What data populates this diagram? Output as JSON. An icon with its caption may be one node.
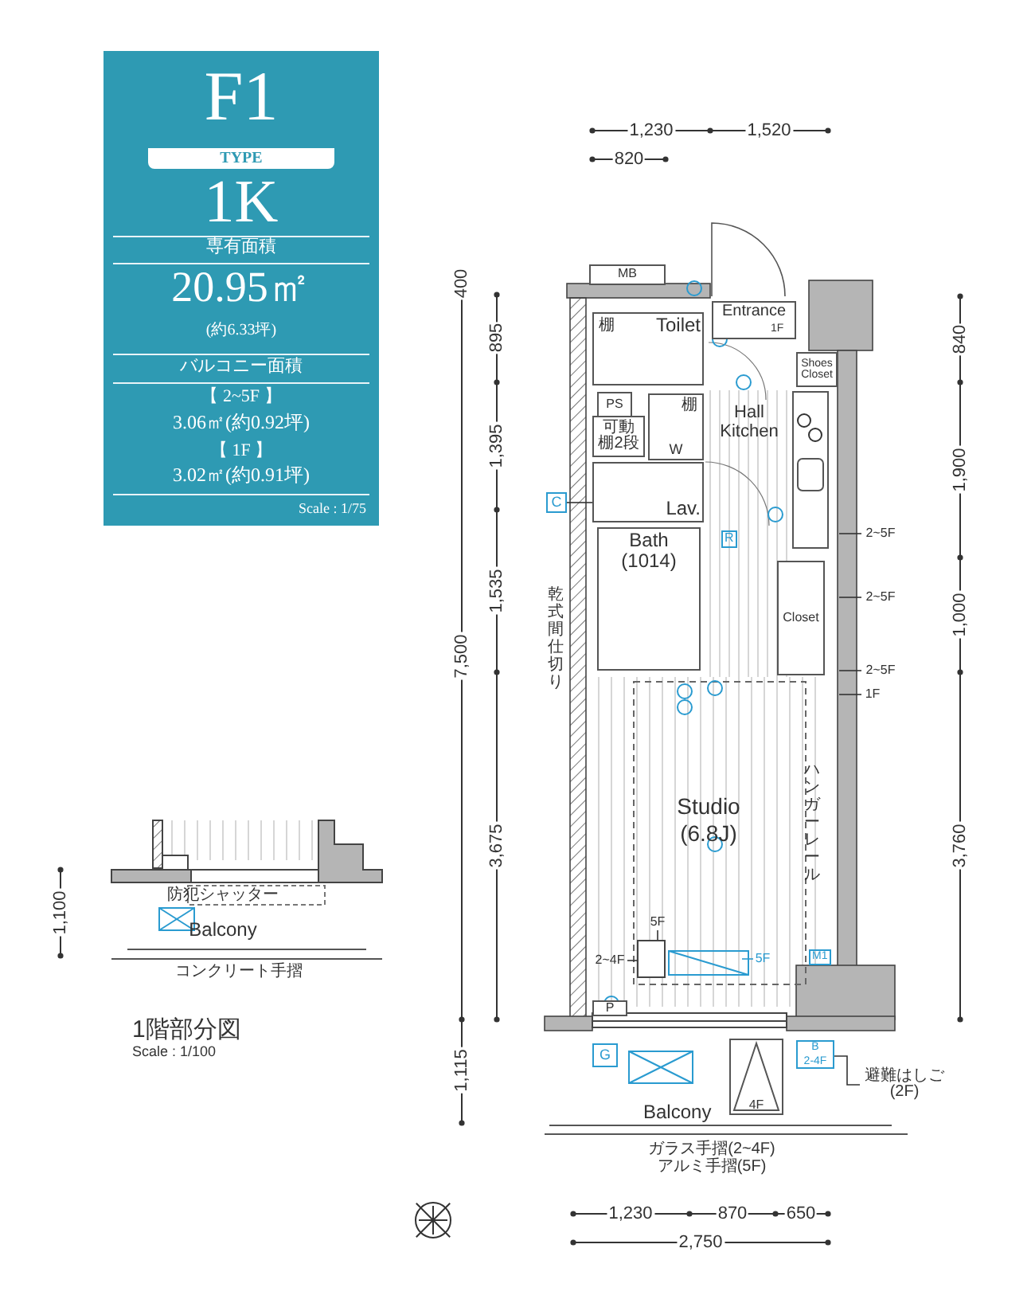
{
  "diagram": {
    "nodes": [
      {
        "text": [
          "F1",
          "TYPE",
          "1K",
          "専有面積",
          "20.95㎡",
          "(約6.33坪)",
          "バルコニー面積",
          "【 2~5F 】",
          "3.06㎡(約0.92坪)",
          "【 1F 】",
          "3.02㎡(約0.91坪)",
          "Scale : 1/75"
        ]
      },
      {
        "text": [
          "MB"
        ]
      },
      {
        "text": [
          "Entrance"
        ]
      },
      {
        "text": [
          "Toilet"
        ]
      },
      {
        "text": [
          "Shoes Closet"
        ]
      },
      {
        "text": [
          "Hall Kitchen"
        ]
      },
      {
        "text": [
          "PS"
        ]
      },
      {
        "text": [
          "可動棚2段"
        ]
      },
      {
        "text": [
          "W"
        ]
      },
      {
        "text": [
          "Lav."
        ]
      },
      {
        "text": [
          "C"
        ]
      },
      {
        "text": [
          "Bath (1014)"
        ]
      },
      {
        "text": [
          "Closet"
        ]
      },
      {
        "text": [
          "Studio",
          "(6.8J)"
        ]
      },
      {
        "text": [
          "P"
        ]
      },
      {
        "text": [
          "Balcony"
        ]
      },
      {
        "text": [
          "G"
        ],
        "in": 15
      },
      {
        "text": [
          "4F"
        ],
        "in": 15
      },
      {
        "text": [
          "B",
          "2-4F"
        ],
        "in": 15
      },
      {
        "text": [
          "避難はしご (2F)"
        ]
      },
      {
        "text": [
          "2~5F"
        ]
      },
      {
        "text": [
          "2~5F"
        ]
      },
      {
        "text": [
          "2~5F"
        ]
      },
      {
        "text": [
          "1F"
        ]
      },
      {
        "text": [
          "2~4F"
        ]
      },
      {
        "text": [
          "5F"
        ]
      },
      {
        "text": [
          "5F"
        ]
      },
      {
        "text": [],
        "shape": "box"
      }
    ],
    "edges": [
      {
        "from": 10,
        "to": 9,
        "arrow": "none"
      },
      {
        "from": 19,
        "to": 18,
        "arrow": "none"
      },
      {
        "from": 20,
        "to": null,
        "arrow": "none"
      },
      {
        "from": 21,
        "to": null,
        "arrow": "none"
      },
      {
        "from": 22,
        "to": null,
        "arrow": "none"
      },
      {
        "from": 23,
        "to": null,
        "arrow": "none"
      },
      {
        "from": 24,
        "to": 27,
        "arrow": "none"
      },
      {
        "from": 25,
        "to": 27,
        "arrow": "none"
      },
      {
        "from": 26,
        "to": null,
        "arrow": "none",
        "color": "#2a9bd0"
      }
    ],
    "labels": [
      "1,230",
      "1,520",
      "820",
      "400",
      "895",
      "1,395",
      "1,535",
      "7,500",
      "3,675",
      "1,115",
      "840",
      "1,900",
      "1,000",
      "3,760",
      "1F",
      "棚",
      "棚",
      "R",
      "M1",
      "乾式間仕切り",
      "ハンガーレール",
      "ガラス手摺(2~4F) アルミ手摺(5F)",
      "1,230",
      "870",
      "650",
      "2,750",
      "防犯シャッター",
      "Balcony",
      "コンクリート手摺",
      "1,100",
      "1階部分図",
      "Scale : 1/100"
    ]
  }
}
